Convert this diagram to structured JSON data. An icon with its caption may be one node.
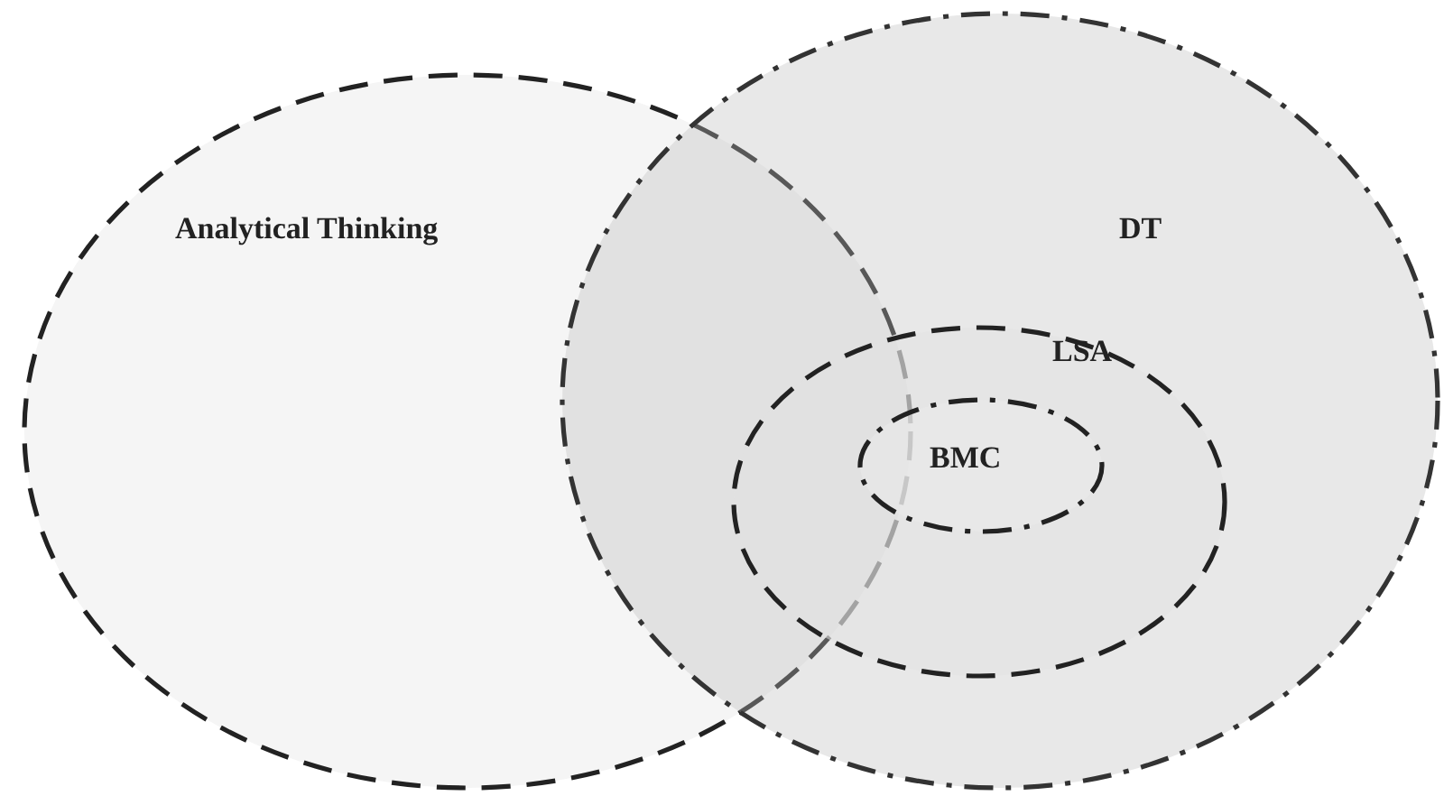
{
  "diagram": {
    "nodes": [
      {
        "text": [
          "Analytical Thinking"
        ]
      },
      {
        "text": [
          "DT"
        ]
      },
      {
        "text": [
          "LSA"
        ],
        "in": 1
      },
      {
        "text": [
          "BMC"
        ],
        "in": 2
      }
    ]
  }
}
